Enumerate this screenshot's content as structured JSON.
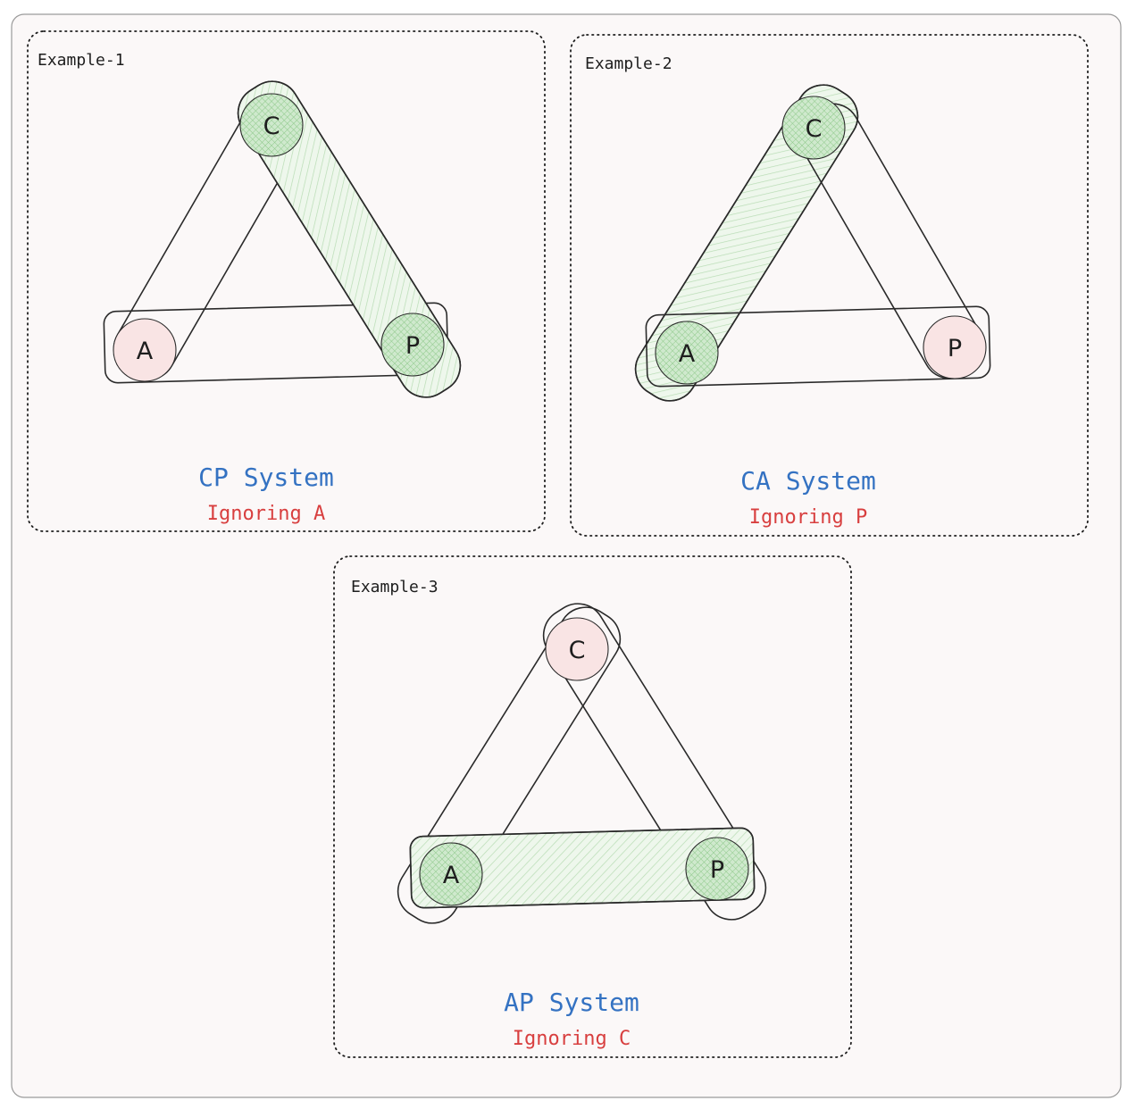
{
  "colors": {
    "page_background": "#fbf8f8",
    "outer_frame": "#9a9a9a",
    "title_blue": "#3472c2",
    "subtitle_red": "#d83f3f",
    "green_fill": "#d8eed7",
    "red_fill": "#f9e4e4",
    "outline": "#2a2a2a"
  },
  "examples": [
    {
      "label": "Example-1",
      "nodes": {
        "C": "C",
        "A": "A",
        "P": "P"
      },
      "node_status": {
        "C": "green",
        "A": "red",
        "P": "green"
      },
      "highlighted_edge": "C-P",
      "title": "CP System",
      "subtitle": "Ignoring A"
    },
    {
      "label": "Example-2",
      "nodes": {
        "C": "C",
        "A": "A",
        "P": "P"
      },
      "node_status": {
        "C": "green",
        "A": "green",
        "P": "red"
      },
      "highlighted_edge": "C-A",
      "title": "CA System",
      "subtitle": "Ignoring P"
    },
    {
      "label": "Example-3",
      "nodes": {
        "C": "C",
        "A": "A",
        "P": "P"
      },
      "node_status": {
        "C": "red",
        "A": "green",
        "P": "green"
      },
      "highlighted_edge": "A-P",
      "title": "AP System",
      "subtitle": "Ignoring C"
    }
  ]
}
